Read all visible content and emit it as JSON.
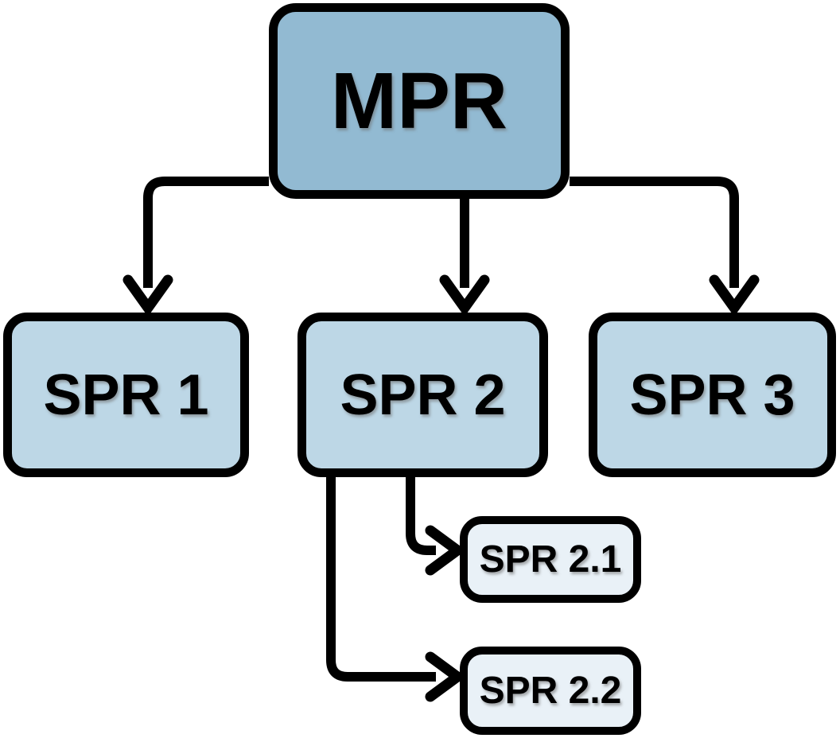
{
  "diagram": {
    "type": "hierarchy-tree",
    "background_color": "#ffffff",
    "line_color": "#000000",
    "nodes": [
      {
        "id": "mpr",
        "label": "MPR",
        "level": 1,
        "fill": "#92bad2"
      },
      {
        "id": "spr1",
        "label": "SPR 1",
        "level": 2,
        "fill": "#bdd7e6"
      },
      {
        "id": "spr2",
        "label": "SPR 2",
        "level": 2,
        "fill": "#bdd7e6"
      },
      {
        "id": "spr3",
        "label": "SPR 3",
        "level": 2,
        "fill": "#bdd7e6"
      },
      {
        "id": "spr21",
        "label": "SPR 2.1",
        "level": 3,
        "fill": "#e9f1f7"
      },
      {
        "id": "spr22",
        "label": "SPR 2.2",
        "level": 3,
        "fill": "#e9f1f7"
      }
    ],
    "edges": [
      {
        "from": "MPR",
        "to": "SPR 1"
      },
      {
        "from": "MPR",
        "to": "SPR 2"
      },
      {
        "from": "MPR",
        "to": "SPR 3"
      },
      {
        "from": "SPR 2",
        "to": "SPR 2.1"
      },
      {
        "from": "SPR 2",
        "to": "SPR 2.2"
      }
    ]
  }
}
